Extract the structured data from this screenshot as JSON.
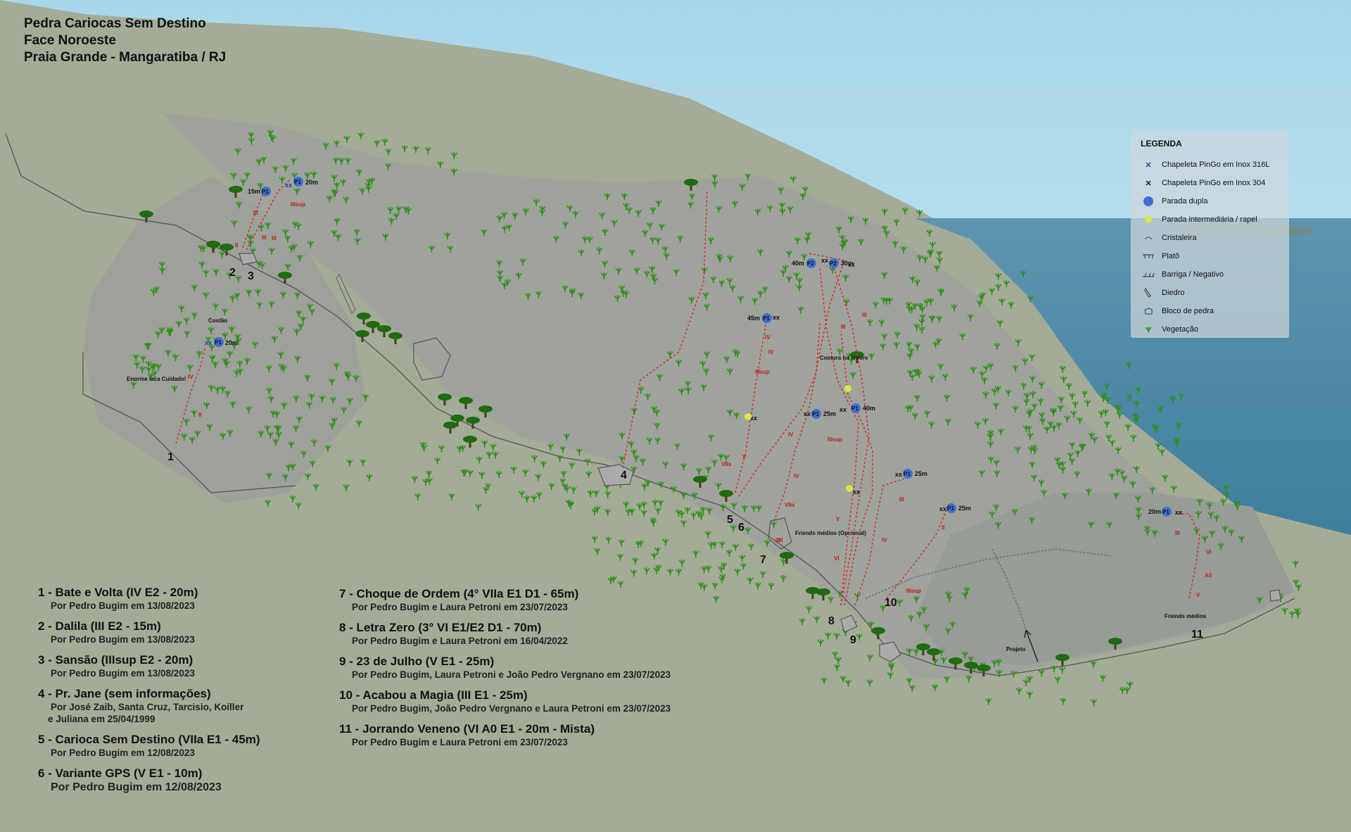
{
  "title": {
    "line1": "Pedra Cariocas Sem Destino",
    "line2": "Face Noroeste",
    "line3": "Praia Grande - Mangaratiba / RJ"
  },
  "legend": {
    "heading": "LEGENDA",
    "items": [
      {
        "icon": "blue-x-icon",
        "label": "Chapeleta PinGo em Inox 316L"
      },
      {
        "icon": "black-x-icon",
        "label": "Chapeleta PinGo em Inox 304"
      },
      {
        "icon": "blue-circle-icon",
        "label": "Parada dupla"
      },
      {
        "icon": "yellow-circle-icon",
        "label": "Parada intermediária / rapel"
      },
      {
        "icon": "cristaleira-icon",
        "label": "Cristaleira"
      },
      {
        "icon": "plato-icon",
        "label": "Platô"
      },
      {
        "icon": "barriga-icon",
        "label": "Barriga / Negativo"
      },
      {
        "icon": "diedro-icon",
        "label": "Diedro"
      },
      {
        "icon": "bloco-icon",
        "label": "Bloco de pedra"
      },
      {
        "icon": "vegetacao-icon",
        "label": "Vegetação"
      }
    ]
  },
  "routes_left": [
    {
      "title": "1 - Bate e Volta (IV E2 - 20m)",
      "author": "Por Pedro Bugim em 13/08/2023"
    },
    {
      "title": "2 - Dalila (III E2 - 15m)",
      "author": "Por Pedro Bugim em 13/08/2023"
    },
    {
      "title": "3 - Sansão (IIIsup E2 - 20m)",
      "author": "Por Pedro Bugim em 13/08/2023"
    },
    {
      "title": "4 - Pr. Jane (sem informações)",
      "author": "Por José Zaib, Santa Cruz, Tarcisio, Koiller",
      "author2": "e Juliana em 25/04/1999"
    },
    {
      "title": "5 - Carioca Sem Destino (VIIa E1 - 45m)",
      "author": "Por Pedro Bugim em 12/08/2023"
    },
    {
      "title": "6 - Variante GPS (V E1 - 10m)",
      "author": "Por Pedro Bugim em 12/08/2023"
    }
  ],
  "routes_right": [
    {
      "title": "7 - Choque de Ordem (4° VIIa E1 D1 - 65m)",
      "author": "Por Pedro Bugim e Laura Petroni em 23/07/2023"
    },
    {
      "title": "8 - Letra Zero (3° VI E1/E2 D1 - 70m)",
      "author": "Por Pedro Bugim e Laura Petroni em 16/04/2022"
    },
    {
      "title": "9 - 23 de Julho (V E1 - 25m)",
      "author": "Por Pedro Bugim,  Laura Petroni e João Pedro Vergnano em 23/07/2023"
    },
    {
      "title": "10 - Acabou a Magia (III E1 - 25m)",
      "author": "Por Pedro Bugim, João Pedro Vergnano e Laura Petroni em 23/07/2023"
    },
    {
      "title": "11 - Jorrando Veneno (VI A0 E1 - 20m - Mista)",
      "author": "Por Pedro Bugim e Laura Petroni em 23/07/2023"
    }
  ],
  "map": {
    "route_numbers": [
      "1",
      "2",
      "3",
      "4",
      "5",
      "6",
      "7",
      "8",
      "9",
      "10",
      "11"
    ],
    "stations": [
      "P1",
      "P1",
      "P1",
      "P2",
      "P2",
      "P1",
      "P1",
      "P1",
      "P1",
      "P1",
      "P1"
    ],
    "lengths": [
      "15m",
      "20m",
      "20m",
      "40m",
      "30m",
      "45m",
      "25m",
      "40m",
      "25m",
      "25m",
      "20m"
    ],
    "grades": [
      "IV",
      "II",
      "II",
      "III",
      "III",
      "III",
      "IIIsup",
      "IV",
      "IV",
      "IIIsup",
      "III",
      "VIIa",
      "V",
      "IV",
      "VIIa",
      "III",
      "IV",
      "IIIsup",
      "VI",
      "V",
      "IV",
      "III",
      "III",
      "II",
      "IIIsup",
      "III",
      "VI",
      "A0",
      "V",
      "III"
    ],
    "annotations": {
      "costao": "Costão",
      "laca": "Enorme laca Cuidado!",
      "costura": "Costura na árvore",
      "friends1": "Friends médios (Opcional)",
      "friends2": "Friends médios",
      "projeto": "Projeto"
    }
  },
  "colors": {
    "sky": "#bfe2ee",
    "sea": "#4f8da8",
    "rock": "#a3aa9f",
    "route_line": "#d8262a",
    "station_blue": "#3f6fd1",
    "stop_yellow": "#d8e84a",
    "vegetation": "#2f8f19"
  }
}
